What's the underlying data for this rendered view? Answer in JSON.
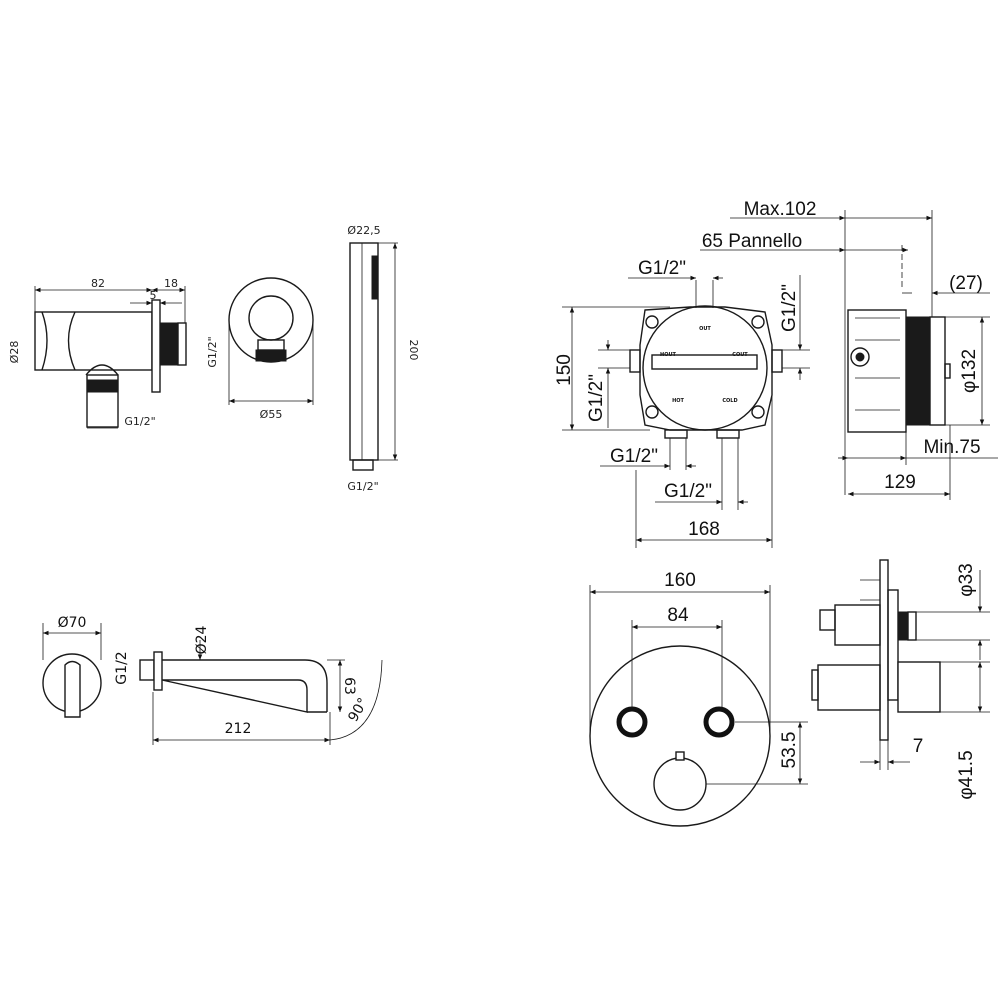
{
  "wall_connector": {
    "length": "82",
    "flange": "18",
    "flange_thickness": "5",
    "diameter": "Ø28",
    "thread_side": "G1/2\"",
    "thread_bottom": "G1/2\""
  },
  "cover": {
    "diameter": "Ø55"
  },
  "hand_shower": {
    "diameter": "Ø22,5",
    "length": "200",
    "thread": "G1/2\""
  },
  "spout": {
    "rosette": "Ø70",
    "pipe": "Ø24",
    "thread": "G1/2",
    "length": "212",
    "height": "63",
    "angle": "90°"
  },
  "box_front": {
    "height": "150",
    "top_thread": "G1/2\"",
    "right_thread": "G1/2\"",
    "left_thread": "G1/2\"",
    "bottom_left_thread": "G1/2\"",
    "bottom_right_thread": "G1/2\"",
    "width": "168",
    "ports": {
      "out": "OUT",
      "hout": "HOUT",
      "cout": "COUT",
      "hot": "HOT",
      "cold": "COLD"
    }
  },
  "box_side": {
    "max_depth": "Max.102",
    "panel": "65 Pannello",
    "extension": "(27)",
    "diameter": "φ132",
    "min_depth": "Min.75",
    "depth": "129"
  },
  "plate": {
    "diameter": "160",
    "button_spacing": "84",
    "knob_offset": "53.5"
  },
  "valve_side": {
    "button_diameter": "φ33",
    "plate_thickness": "7",
    "knob_diameter": "φ41.5"
  }
}
